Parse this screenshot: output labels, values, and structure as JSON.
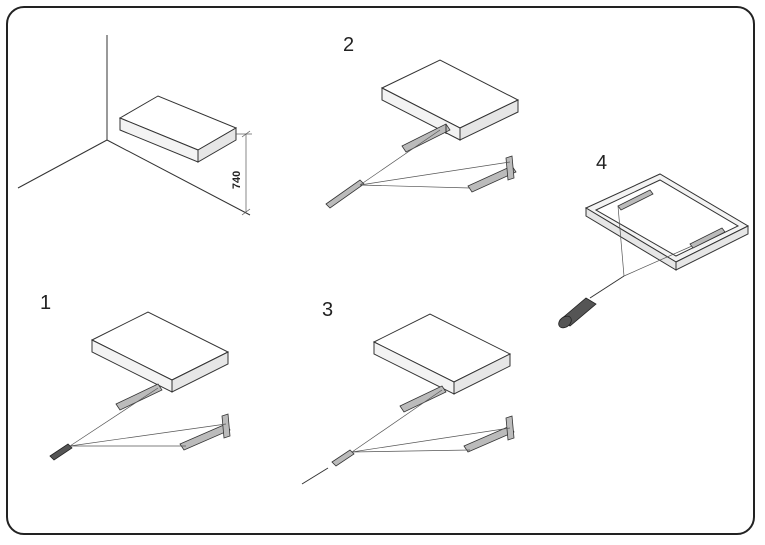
{
  "steps": [
    {
      "label": "1"
    },
    {
      "label": "2"
    },
    {
      "label": "3"
    },
    {
      "label": "4"
    }
  ],
  "dimension": {
    "label": "740"
  },
  "colors": {
    "stroke": "#333333",
    "frame": "#222222",
    "metal": "#bbbbbb"
  }
}
